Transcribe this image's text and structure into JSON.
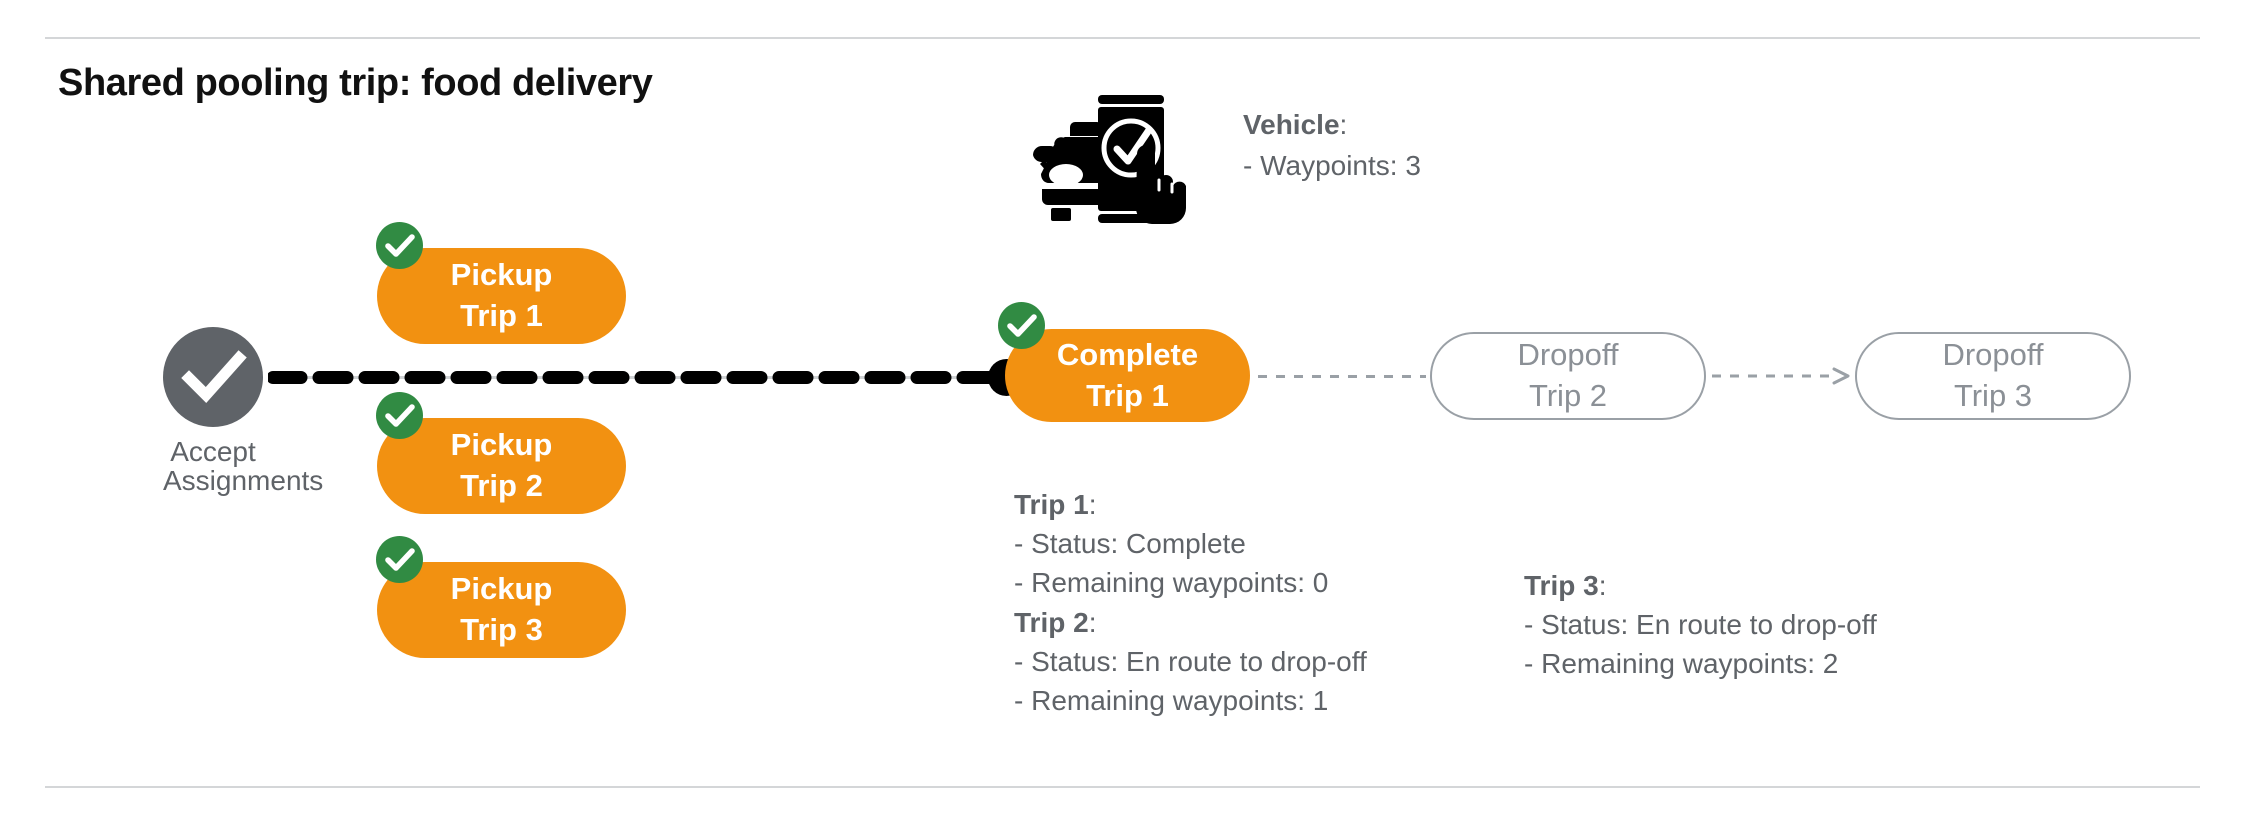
{
  "page": {
    "title": "Shared pooling trip: food delivery",
    "background": "#ffffff"
  },
  "colors": {
    "pill_fill": "#F29111",
    "pill_text": "#ffffff",
    "outline_stroke": "#9aa0a6",
    "outline_text": "#8b9096",
    "check_badge": "#318B43",
    "accept_circle": "#5f6368",
    "body_text": "#5f6368",
    "title_text": "#111111",
    "divider": "#d4d6d8",
    "dash_black": "#000000",
    "dash_gray": "#9aa0a6"
  },
  "start_node": {
    "icon": "check-circle-icon",
    "label_line1": "Accept",
    "label_line2": "Assignments"
  },
  "pickups": [
    {
      "id": "pickup-1",
      "line1": "Pickup",
      "line2": "Trip 1",
      "completed": true,
      "badge_icon": "check-badge-icon"
    },
    {
      "id": "pickup-2",
      "line1": "Pickup",
      "line2": "Trip 2",
      "completed": true,
      "badge_icon": "check-badge-icon"
    },
    {
      "id": "pickup-3",
      "line1": "Pickup",
      "line2": "Trip 3",
      "completed": true,
      "badge_icon": "check-badge-icon"
    }
  ],
  "complete_node": {
    "line1": "Complete",
    "line2": "Trip 1",
    "completed": true,
    "badge_icon": "check-badge-icon"
  },
  "dropoffs": [
    {
      "id": "dropoff-2",
      "line1": "Dropoff",
      "line2": "Trip 2",
      "completed": false
    },
    {
      "id": "dropoff-3",
      "line1": "Dropoff",
      "line2": "Trip 3",
      "completed": false
    }
  ],
  "vehicle": {
    "icon": "vehicle-phone-check-icon",
    "heading": "Vehicle",
    "heading_colon": ":",
    "waypoints_line": "- Waypoints: 3"
  },
  "trip_info_left": {
    "trip1_heading": "Trip 1",
    "trip1_colon": ":",
    "trip1_status": "- Status:  Complete",
    "trip1_waypoints": "- Remaining waypoints: 0",
    "trip2_heading": "Trip 2",
    "trip2_colon": ":",
    "trip2_status": "- Status:  En route to drop-off",
    "trip2_waypoints": "- Remaining waypoints: 1"
  },
  "trip_info_right": {
    "trip3_heading": "Trip 3",
    "trip3_colon": ":",
    "trip3_status": "- Status:  En route to drop-off",
    "trip3_waypoints": "- Remaining waypoints: 2"
  }
}
